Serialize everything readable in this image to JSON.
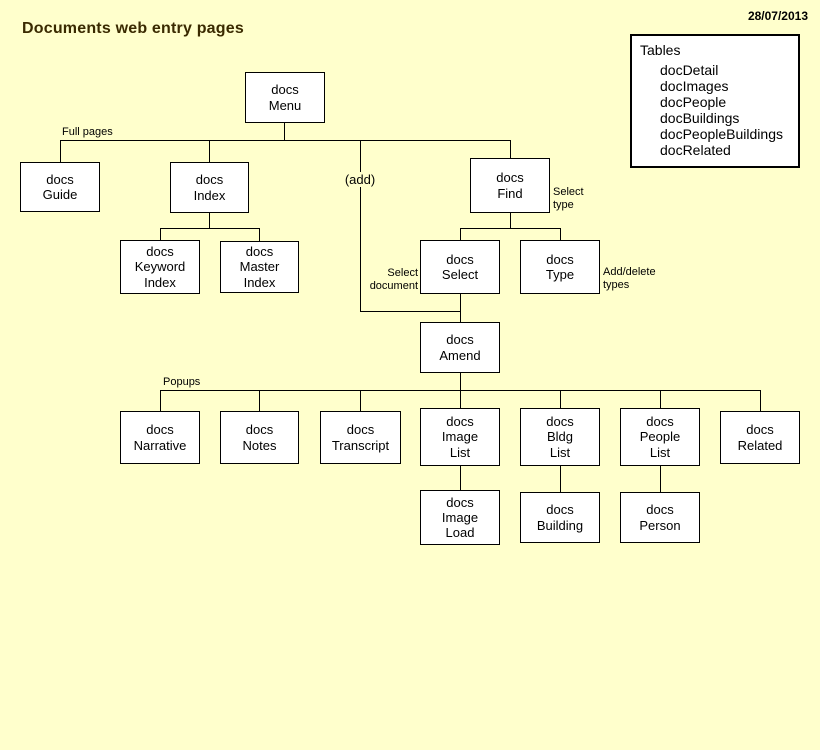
{
  "page": {
    "title": "Documents web entry pages",
    "date": "28/07/2013"
  },
  "tables_panel": {
    "title": "Tables",
    "items": [
      "docDetail",
      "docImages",
      "docPeople",
      "docBuildings",
      "docPeopleBuildings",
      "docRelated"
    ]
  },
  "nodes": {
    "menu": "docs\nMenu",
    "guide": "docs\nGuide",
    "index": "docs\nIndex",
    "find": "docs\nFind",
    "keyword_index": "docs\nKeyword\nIndex",
    "master_index": "docs\nMaster\nIndex",
    "select": "docs\nSelect",
    "type": "docs\nType",
    "amend": "docs\nAmend",
    "narrative": "docs\nNarrative",
    "notes": "docs\nNotes",
    "transcript": "docs\nTranscript",
    "image_list": "docs\nImage\nList",
    "bldg_list": "docs\nBldg\nList",
    "people_list": "docs\nPeople\nList",
    "related": "docs\nRelated",
    "image_load": "docs\nImage\nLoad",
    "building": "docs\nBuilding",
    "person": "docs\nPerson"
  },
  "labels": {
    "full_pages": "Full pages",
    "add": "(add)",
    "select_type": "Select\ntype",
    "select_document": "Select\ndocument",
    "add_delete_types": "Add/delete\ntypes",
    "popups": "Popups"
  },
  "colors": {
    "background": "#FFFFCC",
    "box_fill": "#FFFFFF",
    "line": "#000000",
    "title_text": "#3A2A00"
  }
}
